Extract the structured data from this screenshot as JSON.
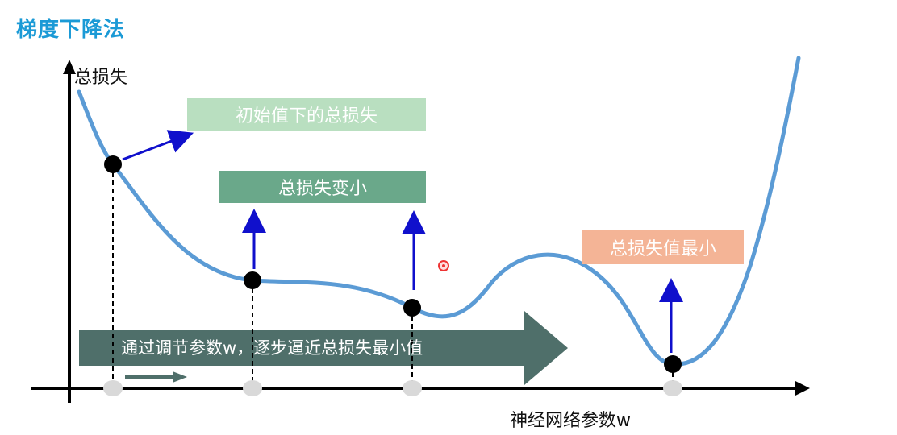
{
  "title": "梯度下降法",
  "axes": {
    "y_label": "总损失",
    "x_label": "神经网络参数w"
  },
  "annotations": {
    "initial_loss": "初始值下的总损失",
    "loss_decreases": "总损失变小",
    "loss_minimum": "总损失值最小"
  },
  "process_arrow": {
    "text": "通过调节参数w，逐步逼近总损失最小值"
  },
  "colors": {
    "title": "#1b9ad6",
    "curve": "#5b9bd5",
    "vector_arrow": "#1010cc",
    "box_initial": "#b9dfc0",
    "box_decrease": "#6aa88a",
    "box_minimum": "#f4b496",
    "process_arrow": "#4f6f6a"
  }
}
